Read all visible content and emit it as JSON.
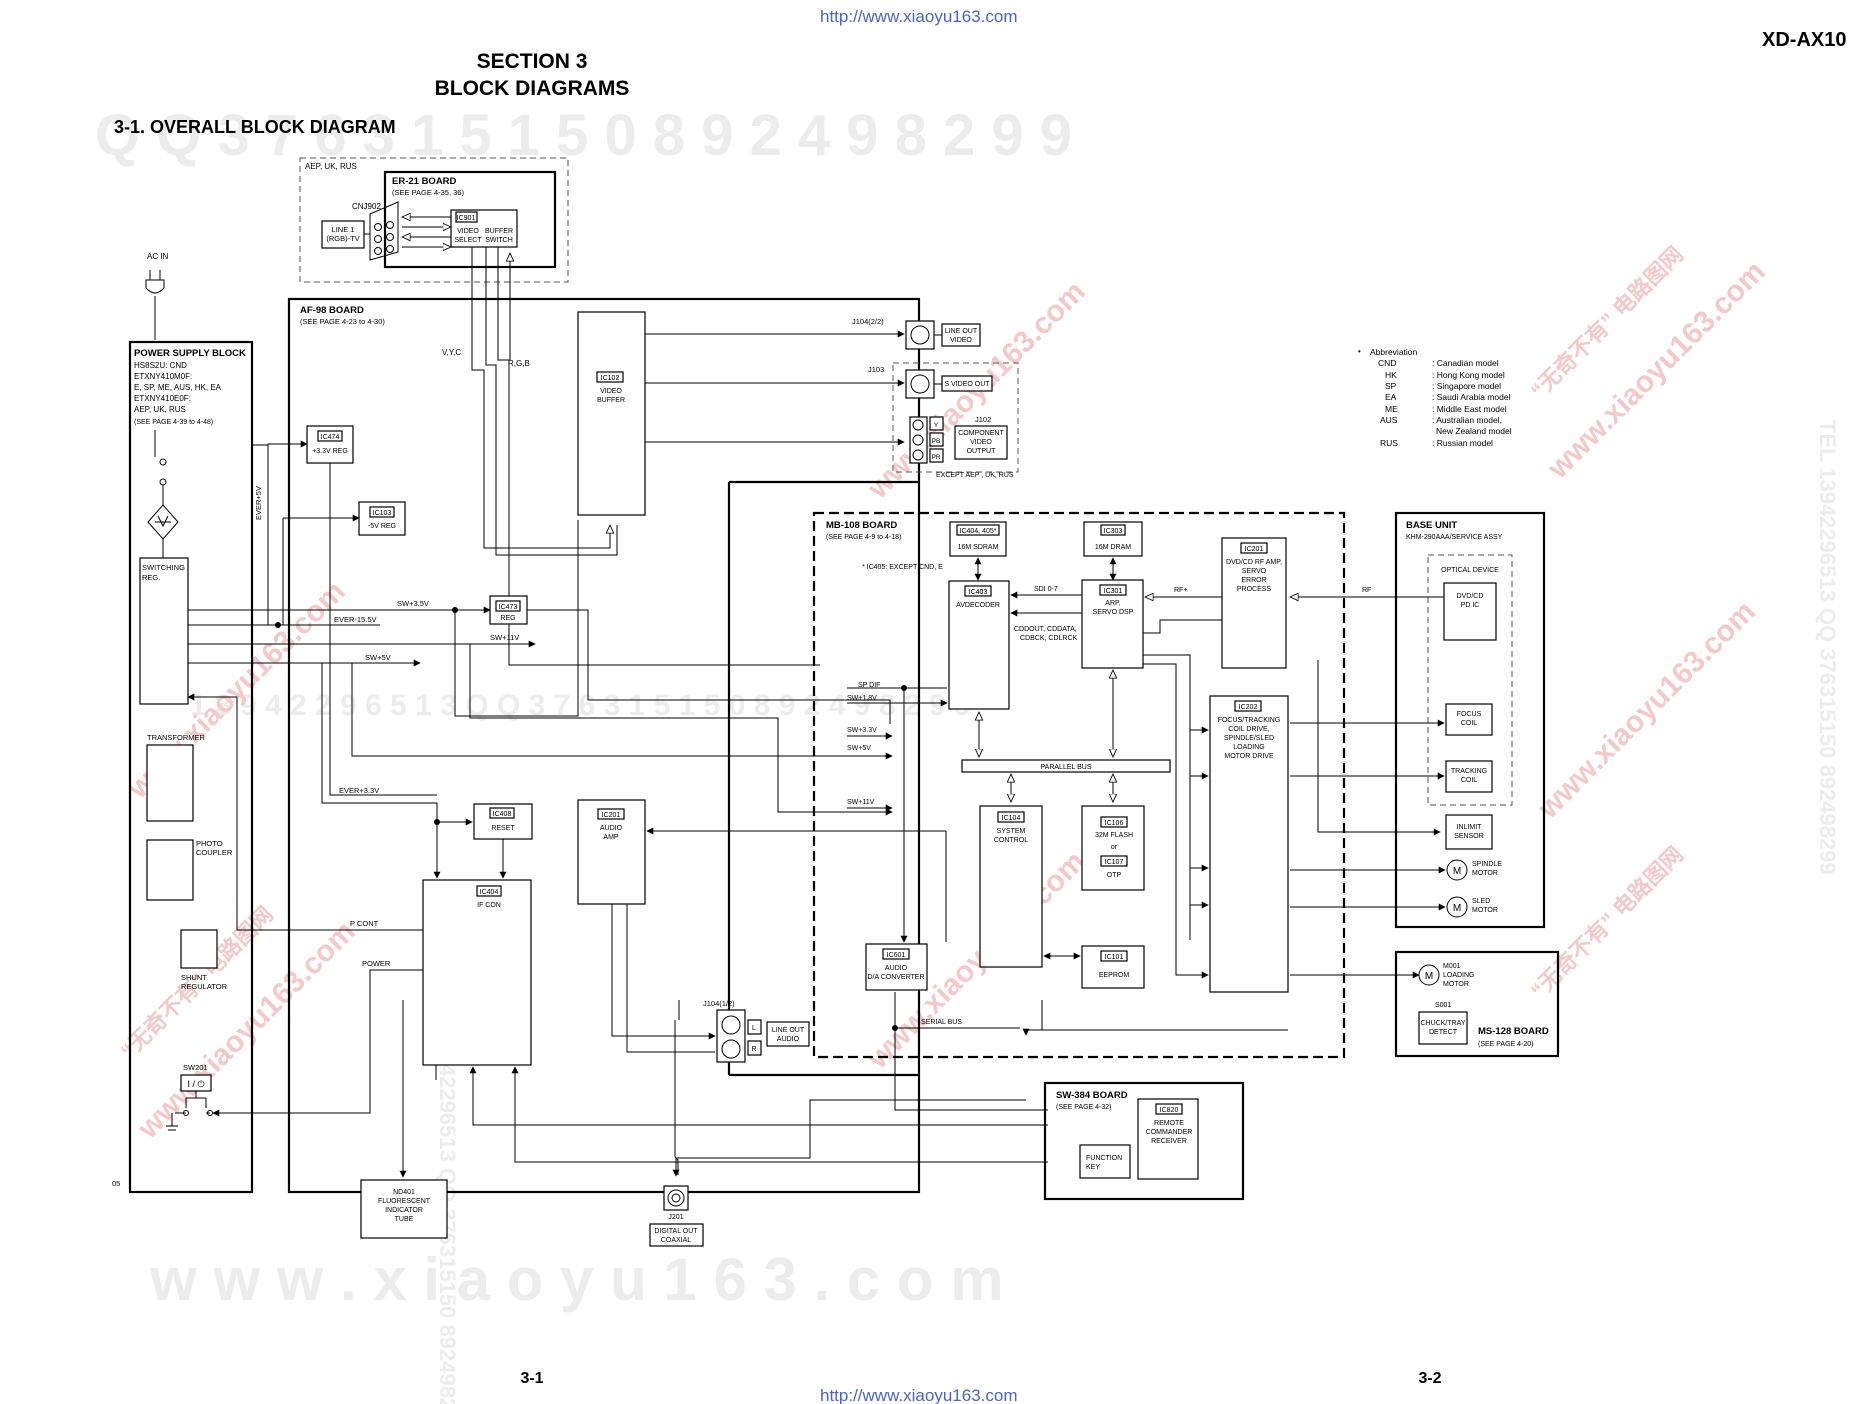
{
  "header": {
    "url_top": "http://www.xiaoyu163.com",
    "url_bottom": "http://www.xiaoyu163.com",
    "model": "XD-AX10",
    "section_line1": "SECTION  3",
    "section_line2": "BLOCK  DIAGRAMS",
    "subsection": "3-1.  OVERALL  BLOCK  DIAGRAM",
    "page_left": "3-1",
    "page_right": "3-2",
    "corner_code": "05"
  },
  "watermarks": {
    "digits_row": "Q Q  3 7 6 3 1 5 1 5 0   8 9 2 4 9 8 2 9 9",
    "domain_row": "w w w . x i a o y u 1 6 3 . c o m",
    "mid_row": "1 3 9 4 2 2 9 6 5 1 3   Q Q 3 7 6 3 1 5 1 5 0   8 9 2 4 9 8 2 9 9",
    "side": "TEL 13942296513  QQ 376315150  892498299",
    "red_site": "www.xiaoyu163.com",
    "red_brand": "“无奇不有” 电路图网"
  },
  "boards": {
    "er21": {
      "title": "ER-21 BOARD",
      "ref": "(SEE PAGE 4-35, 36)",
      "region": "AEP, UK, RUS",
      "connector": "CNJ902"
    },
    "af98": {
      "title": "AF-98 BOARD",
      "ref": "(SEE PAGE 4-23 to 4-30)"
    },
    "power": {
      "title": "POWER SUPPLY BLOCK",
      "lines": [
        "HS8S2U: CND",
        "ETXNY410M0F:",
        "E, SP, ME, AUS, HK, EA",
        "ETXNY410E0F:",
        "AEP, UK, RUS"
      ],
      "ref": "(SEE PAGE 4-39 to 4-48)"
    },
    "mb108": {
      "title": "MB-108 BOARD",
      "ref": "(SEE PAGE 4-9 to 4-18)",
      "note": "* IC405: EXCEPT CND, E"
    },
    "base": {
      "title": "BASE UNIT",
      "ref": "KHM-290AAA/SERVICE ASSY",
      "optical": "OPTICAL DEVICE"
    },
    "ms128": {
      "title": "MS-128 BOARD",
      "ref": "(SEE PAGE 4-20)"
    },
    "sw384": {
      "title": "SW-384 BOARD",
      "ref": "(SEE PAGE 4-32)"
    }
  },
  "ics": {
    "ic901": {
      "ref": "IC901",
      "l1": "VIDEO",
      "l2": "SELECT",
      "l3": "BUFFER",
      "l4": "SWITCH"
    },
    "ic474": {
      "ref": "IC474",
      "label": "+3.3V REG"
    },
    "ic103": {
      "ref": "IC103",
      "label": "-5V REG"
    },
    "ic473": {
      "ref": "IC473",
      "label": "REG"
    },
    "ic102": {
      "ref": "IC102",
      "l1": "VIDEO",
      "l2": "BUFFER"
    },
    "ic408": {
      "ref": "IC408",
      "label": "RESET"
    },
    "ic404": {
      "ref": "IC404",
      "label": "IF CON"
    },
    "ic201a": {
      "ref": "IC201",
      "l1": "AUDIO",
      "l2": "AMP"
    },
    "ic601": {
      "ref": "IC601",
      "l1": "AUDIO",
      "l2": "D/A CONVERTER"
    },
    "ic404m": {
      "ref": "IC404, 405*",
      "label": "16M SDRAM"
    },
    "ic303": {
      "ref": "IC303",
      "label": "16M DRAM"
    },
    "ic403": {
      "ref": "IC403",
      "label": "AVDECODER"
    },
    "ic301": {
      "ref": "IC301",
      "l1": "ARP,",
      "l2": "SERVO DSP"
    },
    "ic201m": {
      "ref": "IC201",
      "l1": "DVD/CD RF AMP,",
      "l2": "SERVO",
      "l3": "ERROR",
      "l4": "PROCESS"
    },
    "ic104": {
      "ref": "IC104",
      "l1": "SYSTEM",
      "l2": "CONTROL"
    },
    "ic106": {
      "ref": "IC106",
      "l1": "32M FLASH",
      "l2": "or"
    },
    "ic107": {
      "ref": "IC107",
      "label": "OTP"
    },
    "ic101": {
      "ref": "IC101",
      "label": "EEPROM"
    },
    "ic202": {
      "ref": "IC202",
      "l1": "FOCUS/TRACKING",
      "l2": "COIL DRIVE,",
      "l3": "SPINDLE/SLED",
      "l4": "LOADING",
      "l5": "MOTOR DRIVE"
    },
    "ic820": {
      "ref": "IC820",
      "l1": "REMOTE",
      "l2": "COMMANDER",
      "l3": "RECEIVER"
    }
  },
  "labels": {
    "ac_in": "AC IN",
    "line1_a": "LINE 1",
    "line1_b": "(RGB)-TV",
    "vyc": "V,Y,C",
    "rgb": "R,G,B",
    "ever5v": "EVER+5V",
    "switching_a": "SWITCHING",
    "switching_b": "REG.",
    "transformer": "TRANSFORMER",
    "photo_a": "PHOTO",
    "photo_b": "COUPLER",
    "shunt_a": "SHUNT",
    "shunt_b": "REGULATOR",
    "sw201": "SW201",
    "sw201_sym": "I / ⏻",
    "sw35": "SW+3.5V",
    "ever155": "EVER-15.5V",
    "sw11": "SW+11V",
    "sw5": "SW+5V",
    "ever33": "EVER+3.3V",
    "pcont": "P CONT",
    "power": "POWER",
    "j104_22": "J104(2/2)",
    "lineout_video_a": "LINE OUT",
    "lineout_video_b": "VIDEO",
    "j103": "J103",
    "svideo": "S VIDEO OUT",
    "j102": "J102",
    "comp_a": "COMPONENT",
    "comp_b": "VIDEO",
    "comp_c": "OUTPUT",
    "pin_y": "Y",
    "pin_pb": "PB",
    "pin_pr": "PR",
    "except": "EXCEPT AEP , UK, RUS",
    "spdif": "SP DIF",
    "sw18m": "SW+1.8V",
    "sw33m": "SW+3.3V",
    "sw5m": "SW+5V",
    "sw11m": "SW+11V",
    "j104_12": "J104(1/2)",
    "pin_l": "L",
    "pin_r": "R",
    "lineout_audio_a": "LINE OUT",
    "lineout_audio_b": "AUDIO",
    "serial_bus": "SERIAL BUS",
    "sdi": "SDI 0-7",
    "rfplus": "RF+",
    "rf": "RF",
    "cddout_a": "CDDOUT, CDDATA,",
    "cddout_b": "CDBCK, CDLRCK",
    "parallel_bus": "PARALLEL BUS",
    "dvdcd_a": "DVD/CD",
    "dvdcd_b": "PD IC",
    "focus_a": "FOCUS",
    "focus_b": "COIL",
    "tracking_a": "TRACKING",
    "tracking_b": "COIL",
    "inlimit_a": "INLIMIT",
    "inlimit_b": "SENSOR",
    "spindle_a": "SPINDLE",
    "spindle_b": "MOTOR",
    "sled_a": "SLED",
    "sled_b": "MOTOR",
    "m001": "M001",
    "loading_a": "LOADING",
    "loading_b": "MOTOR",
    "s001": "S001",
    "chuck_a": "CHUCK/TRAY",
    "chuck_b": "DETECT",
    "function_a": "FUNCTION",
    "function_b": "KEY",
    "nd401_a": "ND401",
    "nd401_b": "FLUORESCENT",
    "nd401_c": "INDICATOR",
    "nd401_d": "TUBE",
    "j201": "J201",
    "digital_a": "DIGITAL OUT",
    "digital_b": "COAXIAL",
    "motor_sym": "M"
  },
  "abbreviation": {
    "title": "Abbreviation",
    "bullet": "•",
    "items": [
      {
        "code": "CND",
        "desc": ": Canadian model"
      },
      {
        "code": "HK",
        "desc": ": Hong Kong model"
      },
      {
        "code": "SP",
        "desc": ": Singapore model"
      },
      {
        "code": "EA",
        "desc": ": Saudi Arabia model"
      },
      {
        "code": "ME",
        "desc": ": Middle East model"
      },
      {
        "code": "AUS",
        "desc": ": Australian model,"
      },
      {
        "code": "",
        "desc": "New Zealand model"
      },
      {
        "code": "RUS",
        "desc": ": Russian model"
      }
    ]
  }
}
